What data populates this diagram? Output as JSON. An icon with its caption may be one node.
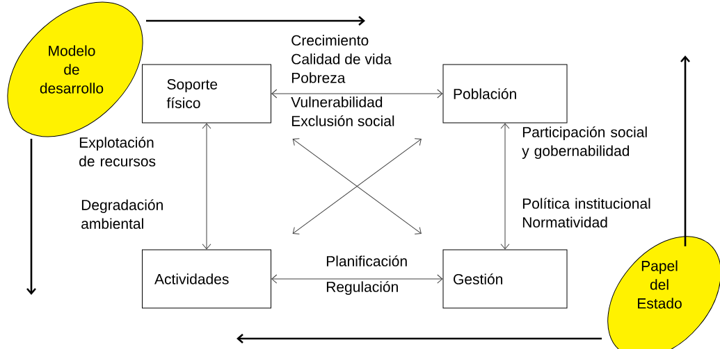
{
  "diagram": {
    "nodes": [
      {
        "text": [
          "Modelo de desarrollo"
        ]
      },
      {
        "text": [
          "Soporte físico"
        ]
      },
      {
        "text": [
          "Población"
        ]
      },
      {
        "text": [
          "Actividades"
        ]
      },
      {
        "text": [
          "Gestión"
        ]
      },
      {
        "text": [
          "Papel del Estado"
        ]
      }
    ],
    "edges": [
      {
        "from": 1,
        "to": 2,
        "arrow": "both"
      },
      {
        "from": 1,
        "to": 3,
        "arrow": "both"
      },
      {
        "from": 2,
        "to": 4,
        "arrow": "both"
      },
      {
        "from": 3,
        "to": 4,
        "arrow": "both"
      },
      {
        "from": 1,
        "to": 4,
        "arrow": "both"
      },
      {
        "from": 3,
        "to": 2,
        "arrow": "both"
      },
      {
        "from": 0,
        "to": null,
        "arrow": "to",
        "style": "thick"
      },
      {
        "from": 0,
        "to": null,
        "arrow": "to",
        "style": "thick"
      },
      {
        "from": 5,
        "to": null,
        "arrow": "to",
        "style": "thick"
      },
      {
        "from": 5,
        "to": null,
        "arrow": "to",
        "style": "thick"
      }
    ],
    "labels": [
      "Crecimiento",
      "Calidad de vida",
      "Pobreza",
      "Vulnerabilidad",
      "Exclusión social",
      "Explotación de recursos",
      "Participación social y gobernabilidad",
      "Degradación ambiental",
      "Política institucional Normatividad",
      "Planificación Regulación"
    ]
  }
}
